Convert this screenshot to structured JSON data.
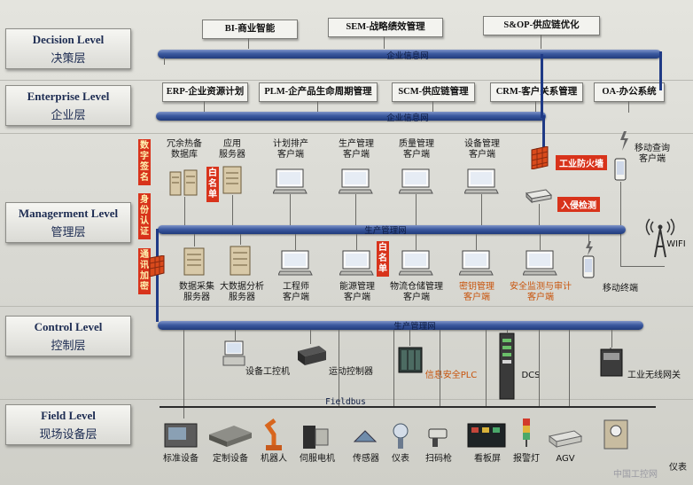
{
  "levels": [
    {
      "en": "Decision Level",
      "zh": "决策层"
    },
    {
      "en": "Enterprise Level",
      "zh": "企业层"
    },
    {
      "en": "Managerment Level",
      "zh": "管理层"
    },
    {
      "en": "Control Level",
      "zh": "控制层"
    },
    {
      "en": "Field Level",
      "zh": "现场设备层"
    }
  ],
  "decision": {
    "boxes": [
      "BI-商业智能",
      "SEM-战略绩效管理",
      "S&OP-供应链优化"
    ],
    "bus": "企业信息网"
  },
  "enterprise": {
    "boxes": [
      "ERP-企业资源计划",
      "PLM-企产品生命周期管理",
      "SCM-供应链管理",
      "CRM-客户关系管理",
      "OA-办公系统"
    ],
    "bus": "企业信息网"
  },
  "management": {
    "security_vertical": [
      "数字签名",
      "身份认证",
      "通讯加密"
    ],
    "whitelist": "白名单",
    "firewall": "工业防火墙",
    "ids": "入侵检测",
    "top_row": [
      "冗余热备\n数据库",
      "应用\n服务器",
      "计划排产\n客户端",
      "生产管理\n客户端",
      "质量管理\n客户端",
      "设备管理\n客户端"
    ],
    "mobile_query": "移动查询\n客户端",
    "bus": "生产管理网",
    "bottom_row": [
      "数据采集\n服务器",
      "大数据分析\n服务器",
      "工程师\n客户端",
      "能源管理\n客户端",
      "物流仓储管理\n客户端",
      "密钥管理\n客户端",
      "安全监测与审计\n客户端"
    ],
    "mobile_terminal": "移动终端",
    "wifi": "WIFI"
  },
  "control": {
    "bus": "生产管理网",
    "items": [
      "设备工控机",
      "运动控制器",
      "信息安全PLC",
      "DCS",
      "工业无线网关"
    ]
  },
  "field": {
    "bus": "Fieldbus",
    "items": [
      "标准设备",
      "定制设备",
      "机器人",
      "伺服电机",
      "传感器",
      "仪表",
      "扫码枪",
      "看板屏",
      "报警灯",
      "AGV",
      "仪表"
    ]
  },
  "watermark": "中国工控网",
  "colors": {
    "bus": "#2a4590",
    "security_red": "#d8331b",
    "orange_text": "#c8540c"
  }
}
